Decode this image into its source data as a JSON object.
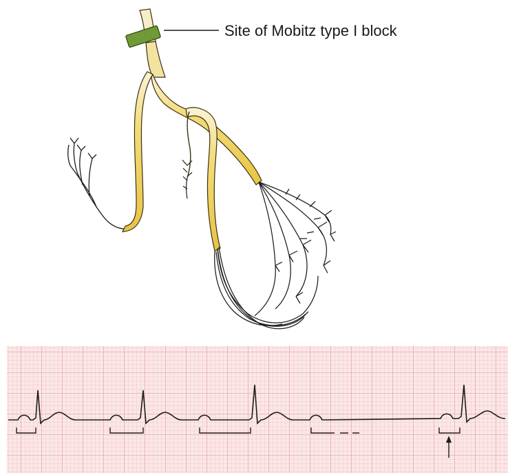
{
  "diagram": {
    "block_label": "Site of Mobitz type I block"
  },
  "colors": {
    "background": "#ffffff",
    "conduction_fill": "#efd35a",
    "conduction_stroke": "#3a3010",
    "block_band": "#6f9a35",
    "fiber_stroke": "#1c1c1c",
    "ecg_paper": "#fbe7e7",
    "ecg_grid_minor": "#f2b7b7",
    "ecg_grid_major": "#e58c8c",
    "ecg_trace": "#1c1c1c"
  },
  "ecg": {
    "beats": 4,
    "dropped_beats": 1,
    "pr_interval_progression": "lengthening"
  }
}
